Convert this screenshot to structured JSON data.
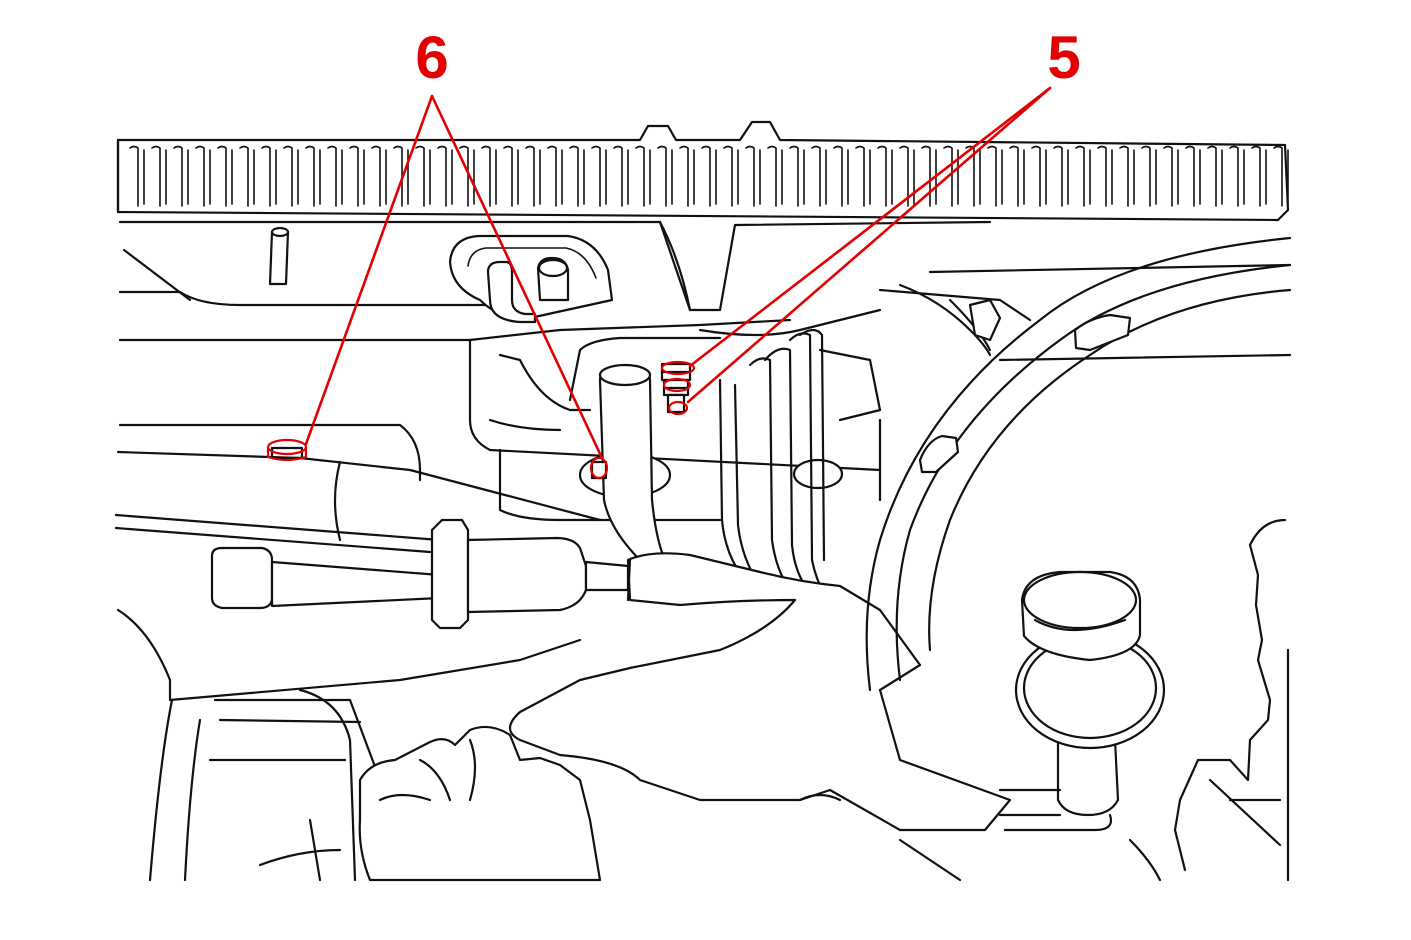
{
  "diagram": {
    "accent_color": "#e30000",
    "line_color": "#111111",
    "callouts": [
      {
        "id": "6",
        "label": "6",
        "description": ""
      },
      {
        "id": "5",
        "label": "5",
        "description": ""
      }
    ]
  }
}
